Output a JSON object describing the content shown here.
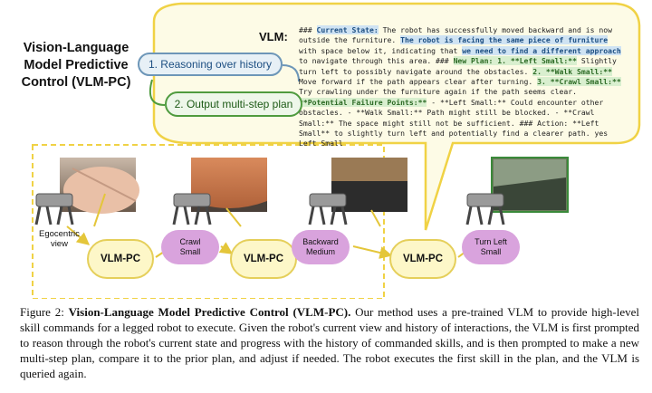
{
  "figure": {
    "title_lines": [
      "Vision-Language",
      "Model Predictive",
      "Control (VLM-PC)"
    ],
    "vlm_label": "VLM:",
    "vlm_output": [
      {
        "t": "### ",
        "h": ""
      },
      {
        "t": "Current State:",
        "h": "b"
      },
      {
        "t": " The robot has successfully moved backward and is now outside the furniture. ",
        "h": ""
      },
      {
        "t": "The robot is facing the same piece of furniture",
        "h": "b"
      },
      {
        "t": " with space below it, indicating that ",
        "h": ""
      },
      {
        "t": "we need to find a different approach",
        "h": "b"
      },
      {
        "t": " to navigate through this area. ### ",
        "h": ""
      },
      {
        "t": "New Plan: 1. **Left Small:**",
        "h": "g"
      },
      {
        "t": " Slightly turn left to possibly navigate around the obstacles. ",
        "h": ""
      },
      {
        "t": "2. **Walk Small:**",
        "h": "g"
      },
      {
        "t": " Move forward if the path appears clear after turning. ",
        "h": ""
      },
      {
        "t": "3. **Crawl Small:**",
        "h": "g"
      },
      {
        "t": " Try crawling under the furniture again if the path seems clear. ",
        "h": ""
      },
      {
        "t": "**Potential Failure Points:**",
        "h": "g"
      },
      {
        "t": " - **Left Small:** Could encounter other obstacles. - **Walk Small:** Path might still be blocked. - **Crawl Small:** The space might still not be sufficient. ### Action: **Left Small** to slightly turn left and potentially find a clearer path. yes Left Small",
        "h": ""
      }
    ],
    "step1": "1. Reasoning over history",
    "step2": "2. Output multi-step plan",
    "node_label": "VLM-PC",
    "skills": [
      {
        "lines": [
          "Crawl",
          "Small"
        ]
      },
      {
        "lines": [
          "Backward",
          "Medium"
        ]
      },
      {
        "lines": [
          "Turn Left",
          "Small"
        ]
      }
    ],
    "ego_lines": [
      "Egocentric",
      "view"
    ],
    "colors": {
      "node_fill": "#fdf7c8",
      "node_border": "#e5cf5a",
      "skill_fill": "#d9a3dd",
      "blue": "#6d96b8",
      "green": "#4f9b3f",
      "dashed": "#f0d245"
    }
  },
  "caption": {
    "label": "Figure 2: ",
    "bold": "Vision-Language Model Predictive Control (VLM-PC).",
    "text": " Our method uses a pre-trained VLM to provide high-level skill commands for a legged robot to execute. Given the robot's current view and history of interactions, the VLM is first prompted to reason through the robot's current state and progress with the history of commanded skills, and is then prompted to make a new multi-step plan, compare it to the prior plan, and adjust if needed. The robot executes the first skill in the plan, and the VLM is queried again."
  }
}
